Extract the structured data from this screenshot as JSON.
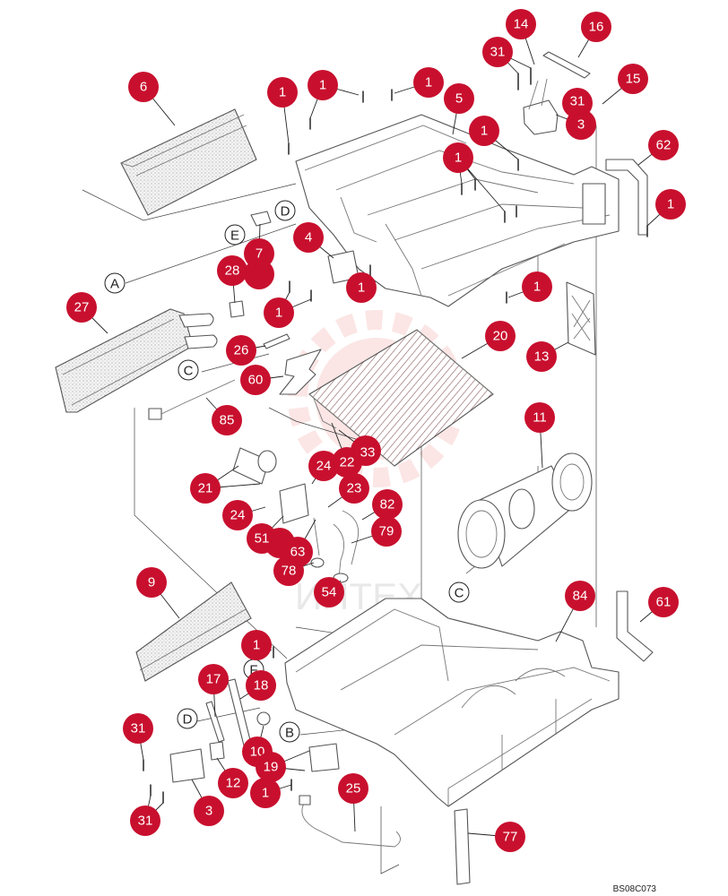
{
  "diagram": {
    "callouts": [
      "6",
      "1",
      "1",
      "1",
      "31",
      "14",
      "16",
      "15",
      "31",
      "3",
      "5",
      "1",
      "1",
      "62",
      "1",
      "4",
      "7",
      "28",
      "1",
      "1",
      "1",
      "27",
      "20",
      "26",
      "13",
      "60",
      "85",
      "11",
      "33",
      "22",
      "24",
      "21",
      "23",
      "24",
      "82",
      "79",
      "51",
      "63",
      "78",
      "54",
      "9",
      "84",
      "61",
      "1",
      "17",
      "18",
      "31",
      "10",
      "19",
      "12",
      "1",
      "25",
      "3",
      "31",
      "77"
    ],
    "view_letters": [
      "D",
      "E",
      "A",
      "C",
      "C",
      "F",
      "D",
      "B"
    ],
    "drawing_code": "BS08C073"
  },
  "watermark": {
    "text": "ИНТЕХ"
  },
  "colors": {
    "callout_fill": "#c8102e",
    "callout_text": "#ffffff",
    "watermark": "#e5483d"
  }
}
